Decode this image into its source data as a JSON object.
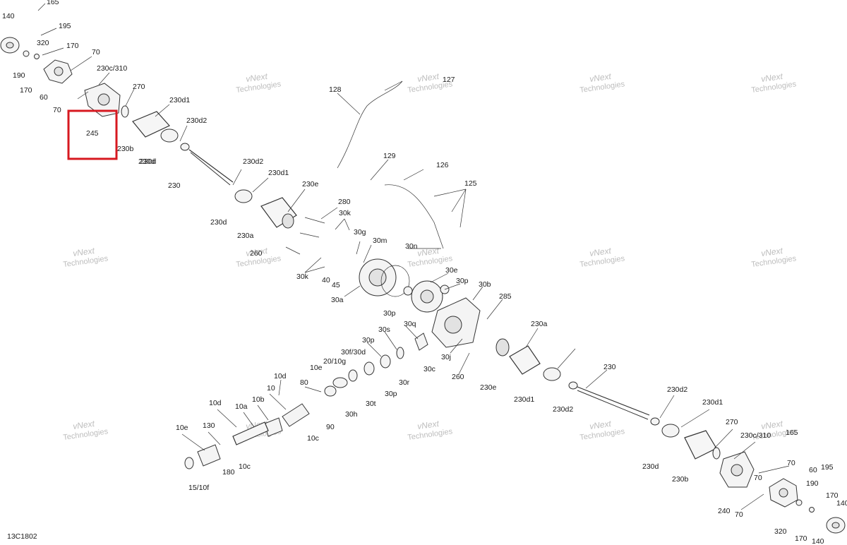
{
  "diagram": {
    "figure_code": "13C1802",
    "highlighted_label": "245",
    "watermark": {
      "line1": "vNext",
      "line2": "Technologies"
    },
    "labels": [
      "165",
      "195",
      "140",
      "320",
      "170",
      "190",
      "170",
      "60",
      "70",
      "70",
      "230c/310",
      "270",
      "230d1",
      "245",
      "230b",
      "230d",
      "230d2",
      "230",
      "128",
      "127",
      "129",
      "126",
      "125",
      "230d2",
      "230d1",
      "230e",
      "280",
      "30k",
      "30g",
      "230d",
      "230a",
      "260",
      "30m",
      "30n",
      "30k",
      "40",
      "45",
      "30e",
      "30p",
      "30b",
      "285",
      "30a",
      "30p",
      "30q",
      "230a",
      "30s",
      "30p",
      "30f/30d",
      "20/10g",
      "30j",
      "30c",
      "30r",
      "230d",
      "10e",
      "10d",
      "80",
      "10",
      "30t",
      "30p",
      "260",
      "230e",
      "230d1",
      "230",
      "10d",
      "10a",
      "10b",
      "30h",
      "90",
      "10c",
      "10e",
      "130",
      "10c",
      "180",
      "15/10f",
      "230d2",
      "230d2",
      "230d1",
      "270",
      "230c/310",
      "165",
      "70",
      "60",
      "195",
      "190",
      "170",
      "140",
      "240",
      "70",
      "70",
      "230d",
      "230b",
      "320",
      "170",
      "140"
    ]
  }
}
